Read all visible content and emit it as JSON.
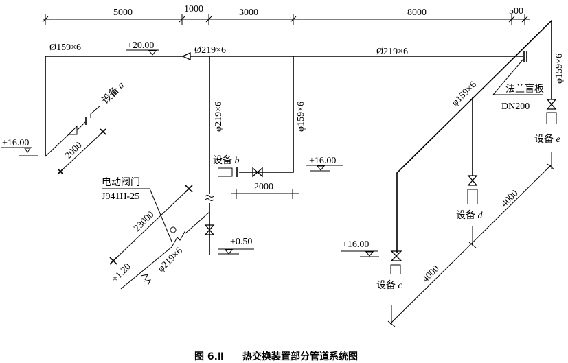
{
  "dimensions_top": [
    "5000",
    "1000",
    "3000",
    "8000",
    "500"
  ],
  "pipes": {
    "top_left": "Ø159×6",
    "top_mid": "Ø219×6",
    "top_right": "Ø219×6",
    "vertical_main": "φ219×6",
    "vertical_b": "φ159×6",
    "diagonal_right": "φ159×6",
    "vertical_right": "φ159×6",
    "diagonal_bottom": "φ219×6"
  },
  "elevations": {
    "top": "+20.00",
    "left": "+16.00",
    "b": "+16.00",
    "c": "+16.00",
    "valve": "+0.50",
    "bottom": "+1.20"
  },
  "equipment": {
    "a": {
      "label": "设备",
      "letter": "a"
    },
    "b": {
      "label": "设备",
      "letter": "b"
    },
    "c": {
      "label": "设备",
      "letter": "c"
    },
    "d": {
      "label": "设备",
      "letter": "d"
    },
    "e": {
      "label": "设备",
      "letter": "e"
    }
  },
  "dimensions": {
    "a_branch": "2000",
    "b_branch": "2000",
    "diagonal_main": "23000",
    "cd": "4000",
    "de": "4000"
  },
  "annotations": {
    "motor_valve": "电动阀门",
    "motor_valve_model": "J941H-25",
    "blind_flange": "法兰盲板",
    "blind_flange_size": "DN200"
  },
  "caption": {
    "number": "图 6.Ⅱ",
    "title": "热交换装置部分管道系统图"
  }
}
